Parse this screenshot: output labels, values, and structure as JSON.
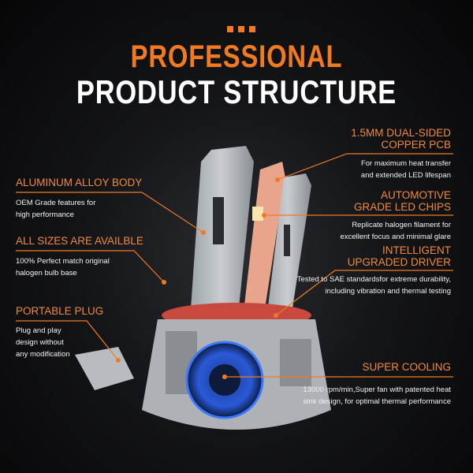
{
  "title": {
    "line1": "PROFESSIONAL",
    "line2": "PRODUCT STRUCTURE"
  },
  "features": {
    "left": [
      {
        "heading": "ALUMINUM ALLOY BODY",
        "desc": [
          "OEM Grade features for",
          "high performance"
        ]
      },
      {
        "heading": "ALL SIZES ARE AVAILBLE",
        "desc": [
          "100% Perfect match original",
          "halogen bulb base"
        ]
      },
      {
        "heading": "PORTABLE PLUG",
        "desc": [
          "Plug and play",
          "design without",
          "any modification"
        ]
      }
    ],
    "right": [
      {
        "heading": [
          "1.5MM DUAL-SIDED",
          "COPPER PCB"
        ],
        "desc": [
          "For maximum heat transfer",
          "and extended LED lifespan"
        ]
      },
      {
        "heading": [
          "AUTOMOTIVE",
          "GRADE LED CHIPS"
        ],
        "desc": [
          "Replicate halogen filament for",
          "excellent focus and minimal glare"
        ]
      },
      {
        "heading": [
          "INTELLIGENT",
          "UPGRADED DRIVER"
        ],
        "desc": [
          "Tested to SAE standardsfor extreme durability,",
          "including vibration and thermal testing"
        ]
      },
      {
        "heading": [
          "SUPER COOLING"
        ],
        "desc": [
          "13000 rpm/min,Super fan with patented heat",
          "sink design, for optimal  thermal performance"
        ]
      }
    ]
  },
  "colors": {
    "accent": "#f07a22",
    "background": "#0b0b0c"
  }
}
